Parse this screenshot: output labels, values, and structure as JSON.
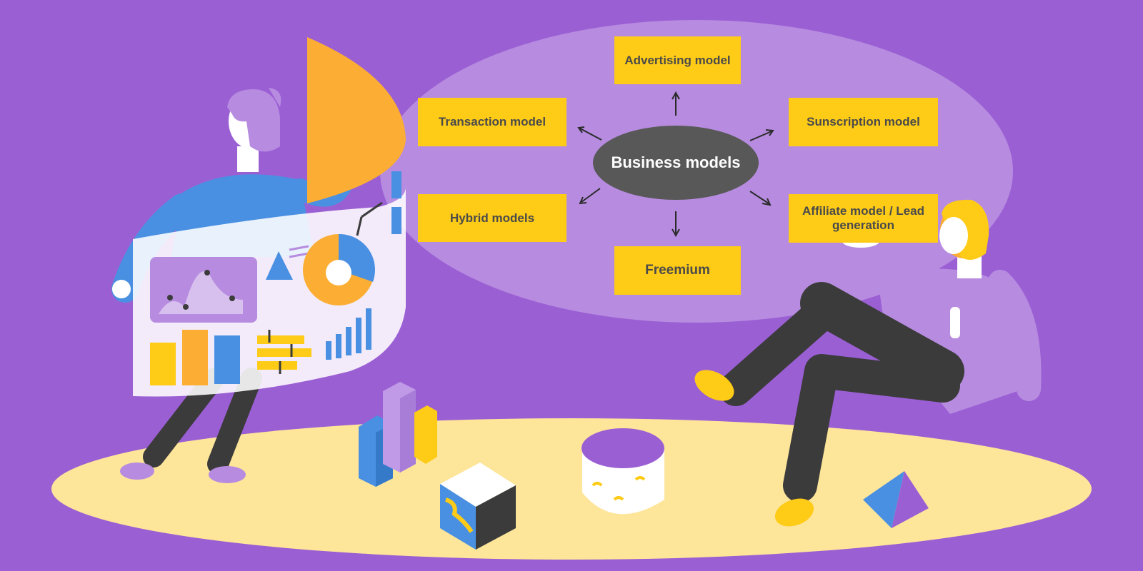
{
  "diagram": {
    "hub": {
      "label": "Business models"
    },
    "nodes": {
      "advertising": "Advertising model",
      "transaction": "Transaction model",
      "subscription": "Sunscription model",
      "hybrid": "Hybrid models",
      "affiliate": "Affiliate model / Lead generation",
      "freemium": "Freemium"
    }
  },
  "colors": {
    "background": "#9b5fd4",
    "bubble": "#b78ce0",
    "node_fill": "#fecb17",
    "node_text": "#4a4a4a",
    "hub_fill": "#585858",
    "hub_text": "#ffffff",
    "floor": "#fde59a"
  },
  "illustration": {
    "left_figure": "analyst-with-dashboard",
    "right_figure": "relaxed-person",
    "props": [
      "bar-blocks",
      "patterned-cube",
      "cylinder",
      "pyramid"
    ]
  }
}
